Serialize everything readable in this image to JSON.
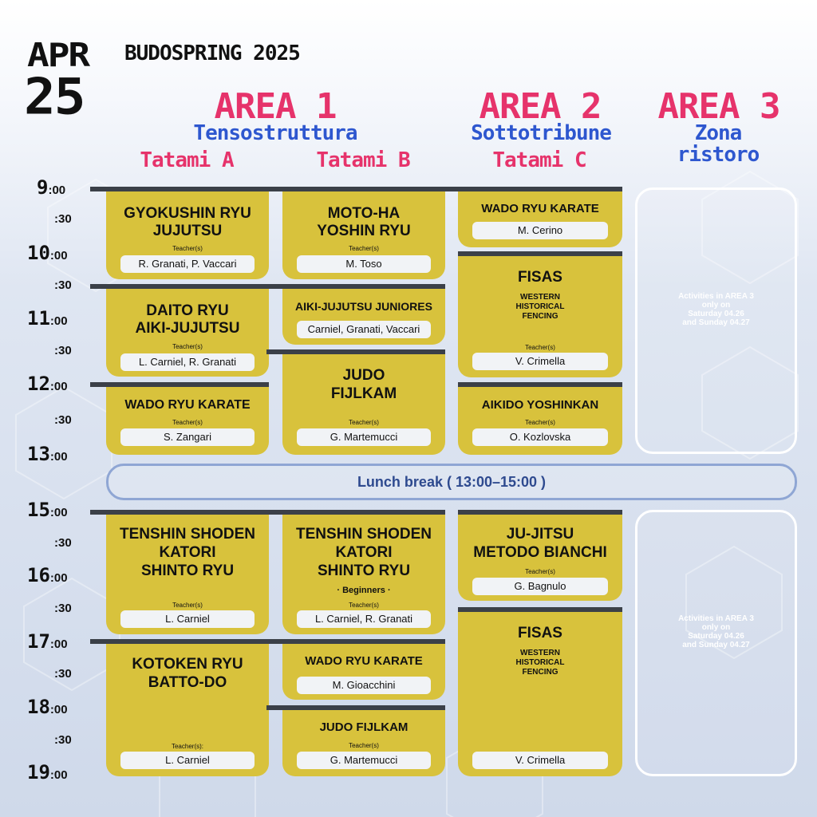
{
  "header": {
    "month": "APR",
    "day": "25",
    "event": "BUDOSPRING 2025"
  },
  "areas": [
    {
      "title": "AREA 1",
      "subtitle": "Tensostruttura"
    },
    {
      "title": "AREA 2",
      "subtitle": "Sottotribune"
    },
    {
      "title": "AREA 3",
      "subtitle_line1": "Zona",
      "subtitle_line2": "ristoro"
    }
  ],
  "tatami": {
    "a": "Tatami A",
    "b": "Tatami B",
    "c": "Tatami C"
  },
  "times": {
    "h9": "9",
    "h10": "10",
    "h11": "11",
    "h12": "12",
    "h13": "13",
    "h15": "15",
    "h16": "16",
    "h17": "17",
    "h18": "18",
    "h19": "19",
    "min": ":00",
    "half": ":30"
  },
  "teacher_label": "Teacher(s)",
  "teacher_label_colon": "Teacher(s):",
  "morning": {
    "a1": {
      "l1": "GYOKUSHIN RYU",
      "l2": "JUJUTSU",
      "teacher": "R. Granati,  P. Vaccari"
    },
    "a2": {
      "l1": "DAITO RYU",
      "l2": "AIKI-JUJUTSU",
      "teacher": "L. Carniel,  R. Granati"
    },
    "a3": {
      "l1": "WADO RYU KARATE",
      "teacher": "S. Zangari"
    },
    "b1": {
      "l1": "MOTO-HA",
      "l2": "YOSHIN RYU",
      "teacher": "M. Toso"
    },
    "b2": {
      "l1": "AIKI-JUJUTSU JUNIORES",
      "teacher": "Carniel, Granati, Vaccari"
    },
    "b3": {
      "l1": "JUDO",
      "l2": "FIJLKAM",
      "teacher": "G. Martemucci"
    },
    "c1": {
      "l1": "WADO RYU KARATE",
      "teacher": "M. Cerino"
    },
    "c2": {
      "l1": "FISAS",
      "d1": "WESTERN",
      "d2": "HISTORICAL",
      "d3": "FENCING",
      "teacher": "V. Crimella"
    },
    "c3": {
      "l1": "AIKIDO YOSHINKAN",
      "teacher": "O. Kozlovska"
    }
  },
  "area3_note": "Activities in AREA 3\nonly on\nSaturday 04.26\nand Sunday 04.27",
  "lunch": "Lunch break  ( 13:00–15:00 )",
  "afternoon": {
    "a1": {
      "l1": "TENSHIN SHODEN",
      "l2": "KATORI",
      "l3": "SHINTO RYU",
      "teacher": "L. Carniel"
    },
    "a2": {
      "l1": "KOTOKEN RYU",
      "l2": "BATTO-DO",
      "teacher": "L. Carniel"
    },
    "b1": {
      "l1": "TENSHIN SHODEN",
      "l2": "KATORI",
      "l3": "SHINTO RYU",
      "note": "· Beginners ·",
      "teacher": "L. Carniel,  R. Granati"
    },
    "b2": {
      "l1": "WADO RYU KARATE",
      "teacher": "M. Gioacchini"
    },
    "b3": {
      "l1": "JUDO FIJLKAM",
      "teacher": "G. Martemucci"
    },
    "c1": {
      "l1": "JU-JITSU",
      "l2": "METODO BIANCHI",
      "teacher": "G. Bagnulo"
    },
    "c2": {
      "l1": "FISAS",
      "d1": "WESTERN",
      "d2": "HISTORICAL",
      "d3": "FENCING",
      "teacher": "V. Crimella"
    }
  },
  "colors": {
    "block": "#d8c23c",
    "area_title": "#e6336b",
    "area_sub": "#2e57cf",
    "bar": "#3b4048"
  }
}
